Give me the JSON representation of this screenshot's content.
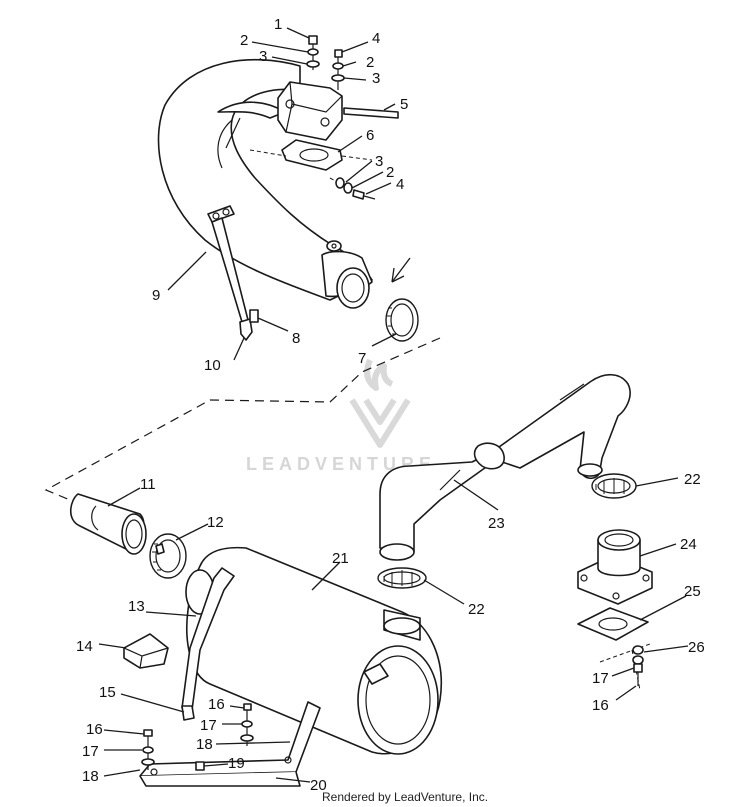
{
  "watermark": {
    "text": "LEADVENTURE"
  },
  "footer": {
    "text": "Rendered by LeadVenture, Inc."
  },
  "callouts": [
    {
      "id": "c1",
      "label": "1"
    },
    {
      "id": "c2a",
      "label": "2"
    },
    {
      "id": "c3a",
      "label": "3"
    },
    {
      "id": "c4a",
      "label": "4"
    },
    {
      "id": "c2b",
      "label": "2"
    },
    {
      "id": "c3b",
      "label": "3"
    },
    {
      "id": "c5",
      "label": "5"
    },
    {
      "id": "c6",
      "label": "6"
    },
    {
      "id": "c3c",
      "label": "3"
    },
    {
      "id": "c2c",
      "label": "2"
    },
    {
      "id": "c4b",
      "label": "4"
    },
    {
      "id": "c9",
      "label": "9"
    },
    {
      "id": "c8",
      "label": "8"
    },
    {
      "id": "c7",
      "label": "7"
    },
    {
      "id": "c10",
      "label": "10"
    },
    {
      "id": "c11",
      "label": "11"
    },
    {
      "id": "c12",
      "label": "12"
    },
    {
      "id": "c21",
      "label": "21"
    },
    {
      "id": "c23",
      "label": "23"
    },
    {
      "id": "c22a",
      "label": "22"
    },
    {
      "id": "c24",
      "label": "24"
    },
    {
      "id": "c22b",
      "label": "22"
    },
    {
      "id": "c25",
      "label": "25"
    },
    {
      "id": "c26",
      "label": "26"
    },
    {
      "id": "c13",
      "label": "13"
    },
    {
      "id": "c14",
      "label": "14"
    },
    {
      "id": "c15",
      "label": "15"
    },
    {
      "id": "c16a",
      "label": "16"
    },
    {
      "id": "c17a",
      "label": "17"
    },
    {
      "id": "c18a",
      "label": "18"
    },
    {
      "id": "c16b",
      "label": "16"
    },
    {
      "id": "c17b",
      "label": "17"
    },
    {
      "id": "c18b",
      "label": "18"
    },
    {
      "id": "c19",
      "label": "19"
    },
    {
      "id": "c20",
      "label": "20"
    },
    {
      "id": "c17c",
      "label": "17"
    },
    {
      "id": "c16c",
      "label": "16"
    }
  ]
}
